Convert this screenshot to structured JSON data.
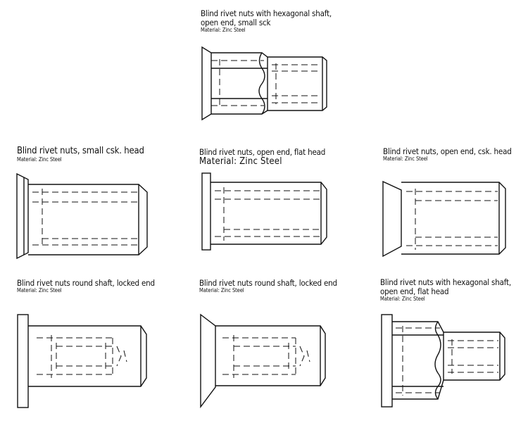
{
  "parts": [
    {
      "id": "hex-small-csk",
      "title": [
        "Blind rivet nuts with hexagonal shaft,",
        "open end, small sck"
      ],
      "material": "Material:  Zinc Steel"
    },
    {
      "id": "small-csk",
      "title": [
        "Blind rivet nuts, small csk. head"
      ],
      "material": "Material: Zinc Steel"
    },
    {
      "id": "open-flat",
      "title": [
        "Blind rivet nuts, open end, flat head"
      ],
      "material": "Material: Zinc Steel"
    },
    {
      "id": "open-csk",
      "title": [
        "Blind rivet nuts, open end, csk. head"
      ],
      "material": "Material:  Zinc Steel"
    },
    {
      "id": "round-locked-flat",
      "title": [
        "Blind rivet nuts round shaft, locked end"
      ],
      "material": "Material:  Zinc Steel"
    },
    {
      "id": "round-locked-csk",
      "title": [
        "Blind rivet nuts round shaft, locked end"
      ],
      "material": "Material:  Zinc Steel"
    },
    {
      "id": "hex-flat",
      "title": [
        "Blind rivet nuts with hexagonal shaft,",
        "open end, flat head"
      ],
      "material": "Material:  Zinc Steel"
    }
  ]
}
